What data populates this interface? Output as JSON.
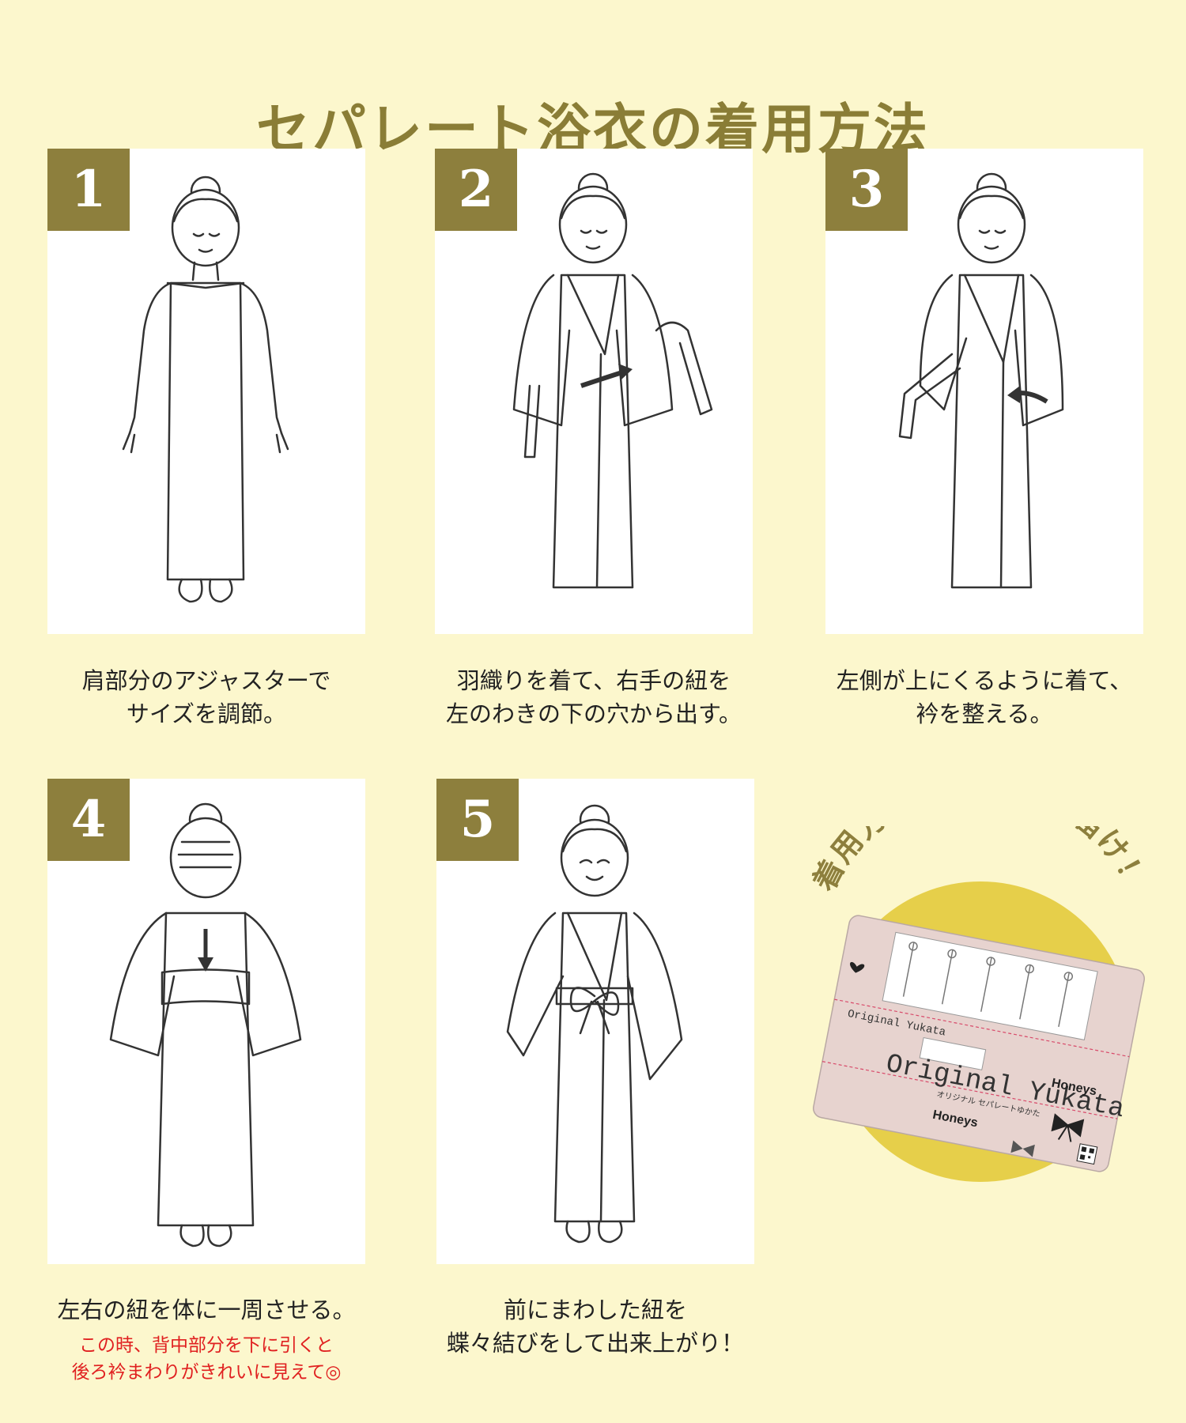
{
  "title": "セパレート浴衣の着用方法",
  "steps": [
    {
      "number": "1",
      "caption_lines": [
        "肩部分のアジャスターで",
        "サイズを調節。"
      ]
    },
    {
      "number": "2",
      "caption_lines": [
        "羽織りを着て、右手の紐を",
        "左のわきの下の穴から出す。"
      ]
    },
    {
      "number": "3",
      "caption_lines": [
        "左側が上にくるように着て、",
        "衿を整える。"
      ]
    },
    {
      "number": "4",
      "caption_lines": [
        "左右の紐を体に一周させる。"
      ],
      "note_lines": [
        "この時、背中部分を下に引くと",
        "後ろ衿まわりがきれいに見えて◎"
      ]
    },
    {
      "number": "5",
      "caption_lines": [
        "前にまわした紐を",
        "蝶々結びをして出来上がり！"
      ]
    }
  ],
  "promo": {
    "arc_text": "着用方法も一緒にお届け！",
    "card_title": "Original Yukata",
    "card_small_title": "Original Yukata",
    "card_subtitle": "オリジナル セパレートゆかた",
    "brand": "Honeys",
    "brand2": "Honeys"
  },
  "colors": {
    "background": "#fcf7cd",
    "accent": "#8d7f3d",
    "note": "#e02020",
    "circle": "#e6cf4a",
    "card": "#e7d3cf"
  },
  "icons": [
    "ribbon-icon",
    "qr-code-icon",
    "heart-icon"
  ]
}
